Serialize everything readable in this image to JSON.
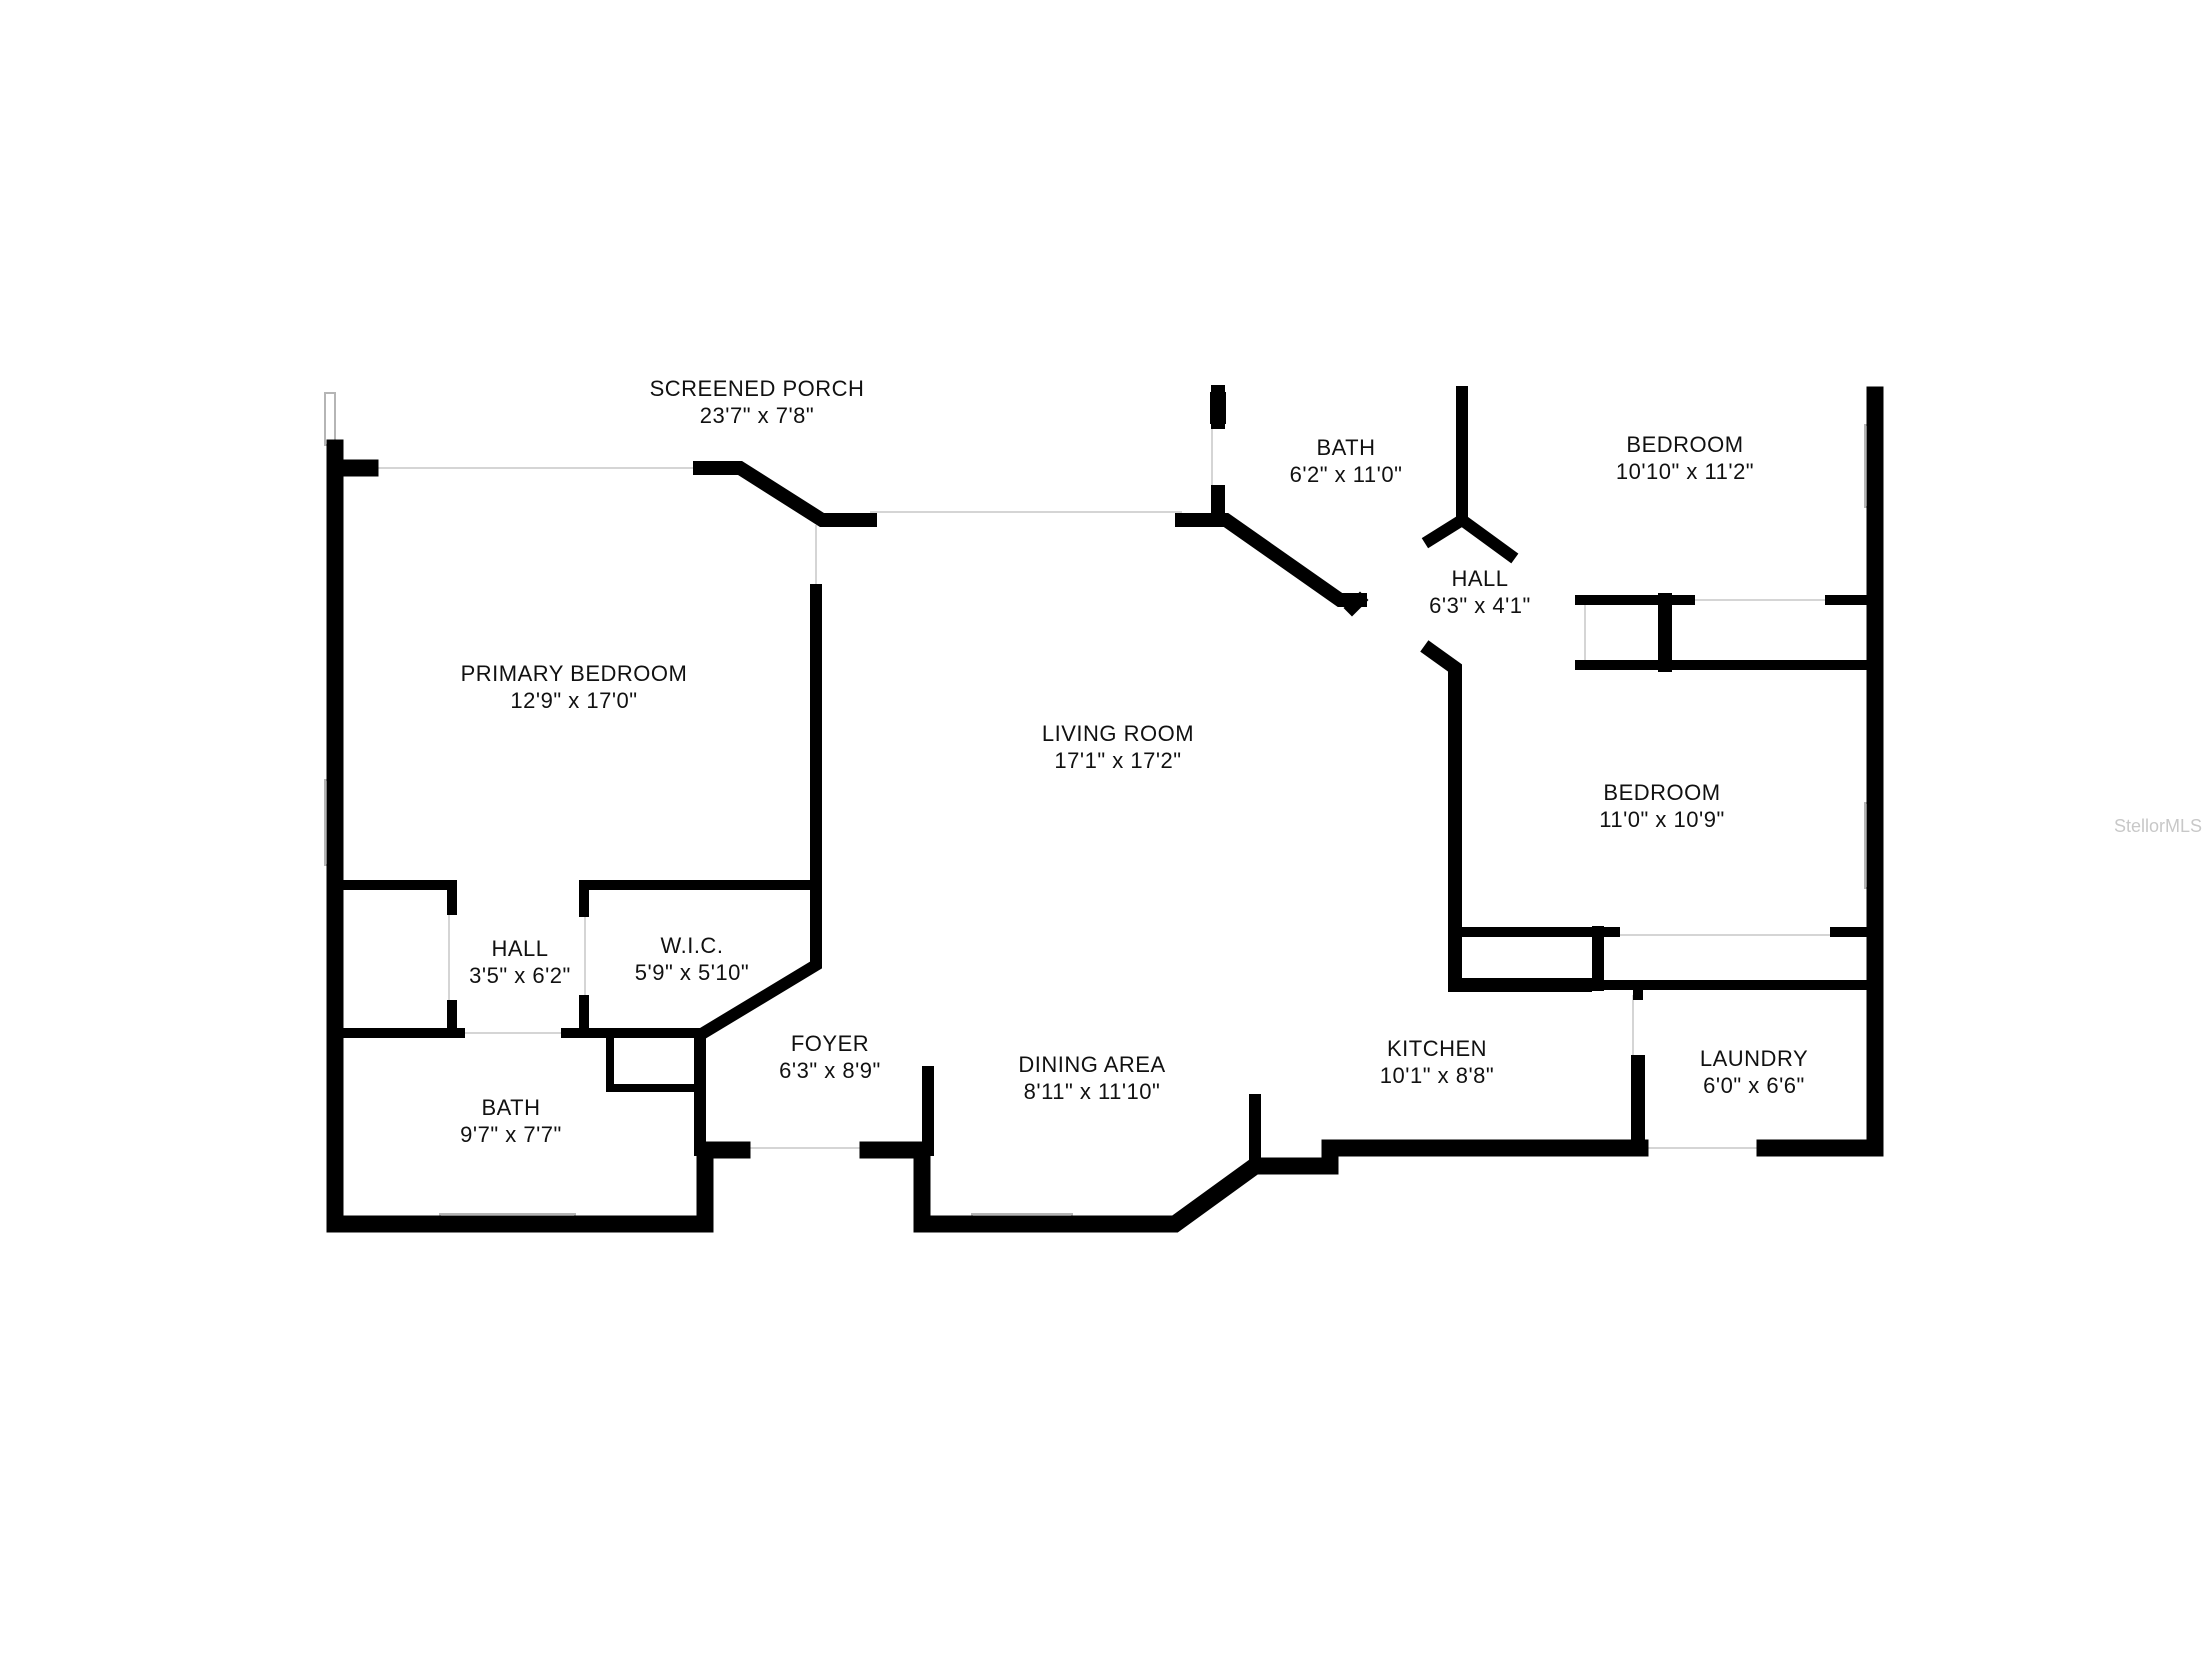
{
  "plan": {
    "watermark": "StellorMLS",
    "colors": {
      "wall": "#000000",
      "background": "#ffffff",
      "window": "#cfcfcf"
    },
    "rooms": [
      {
        "id": "screened-porch",
        "name": "SCREENED PORCH",
        "dims": "23'7\" x 7'8\""
      },
      {
        "id": "bath-upper",
        "name": "BATH",
        "dims": "6'2\" x 11'0\""
      },
      {
        "id": "bedroom-upper",
        "name": "BEDROOM",
        "dims": "10'10\" x 11'2\""
      },
      {
        "id": "hall-center",
        "name": "HALL",
        "dims": "6'3\" x 4'1\""
      },
      {
        "id": "primary-bedroom",
        "name": "PRIMARY BEDROOM",
        "dims": "12'9\" x 17'0\""
      },
      {
        "id": "living-room",
        "name": "LIVING ROOM",
        "dims": "17'1\" x 17'2\""
      },
      {
        "id": "bedroom-lower",
        "name": "BEDROOM",
        "dims": "11'0\" x 10'9\""
      },
      {
        "id": "hall-left",
        "name": "HALL",
        "dims": "3'5\" x 6'2\""
      },
      {
        "id": "wic",
        "name": "W.I.C.",
        "dims": "5'9\" x 5'10\""
      },
      {
        "id": "foyer",
        "name": "FOYER",
        "dims": "6'3\" x 8'9\""
      },
      {
        "id": "dining-area",
        "name": "DINING AREA",
        "dims": "8'11\" x 11'10\""
      },
      {
        "id": "kitchen",
        "name": "KITCHEN",
        "dims": "10'1\" x 8'8\""
      },
      {
        "id": "laundry",
        "name": "LAUNDRY",
        "dims": "6'0\" x 6'6\""
      },
      {
        "id": "bath-lower",
        "name": "BATH",
        "dims": "9'7\" x 7'7\""
      }
    ]
  }
}
